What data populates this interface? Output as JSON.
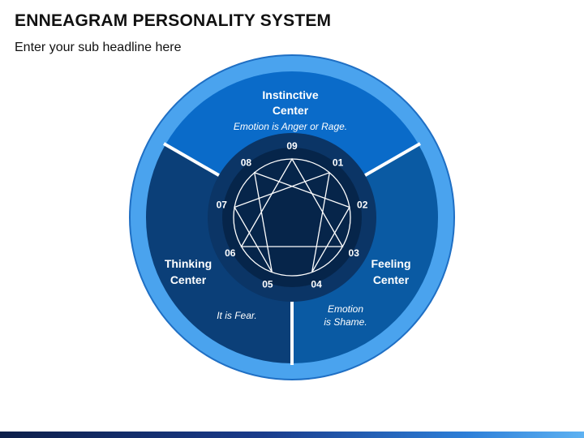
{
  "header": {
    "title": "ENNEAGRAM PERSONALITY SYSTEM",
    "subtitle": "Enter your sub headline here"
  },
  "colors": {
    "outer_ring": "#4aa3ee",
    "outer_ring_edge": "#1f6fc4",
    "instinctive": "#0a6bc9",
    "thinking": "#0b3f78",
    "feeling": "#0a5aa3",
    "inner_ring": "#0b3566",
    "inner_core": "#06254a",
    "divider": "#ffffff",
    "text": "#ffffff",
    "figure_line": "#ffffff"
  },
  "centers": {
    "instinctive": {
      "title_line1": "Instinctive",
      "title_line2": "Center",
      "note": "Emotion is Anger or Rage."
    },
    "thinking": {
      "title_line1": "Thinking",
      "title_line2": "Center",
      "note": "It is Fear."
    },
    "feeling": {
      "title_line1": "Feeling",
      "title_line2": "Center",
      "note_line1": "Emotion",
      "note_line2": "is Shame."
    }
  },
  "points": [
    "01",
    "02",
    "03",
    "04",
    "05",
    "06",
    "07",
    "08",
    "09"
  ]
}
